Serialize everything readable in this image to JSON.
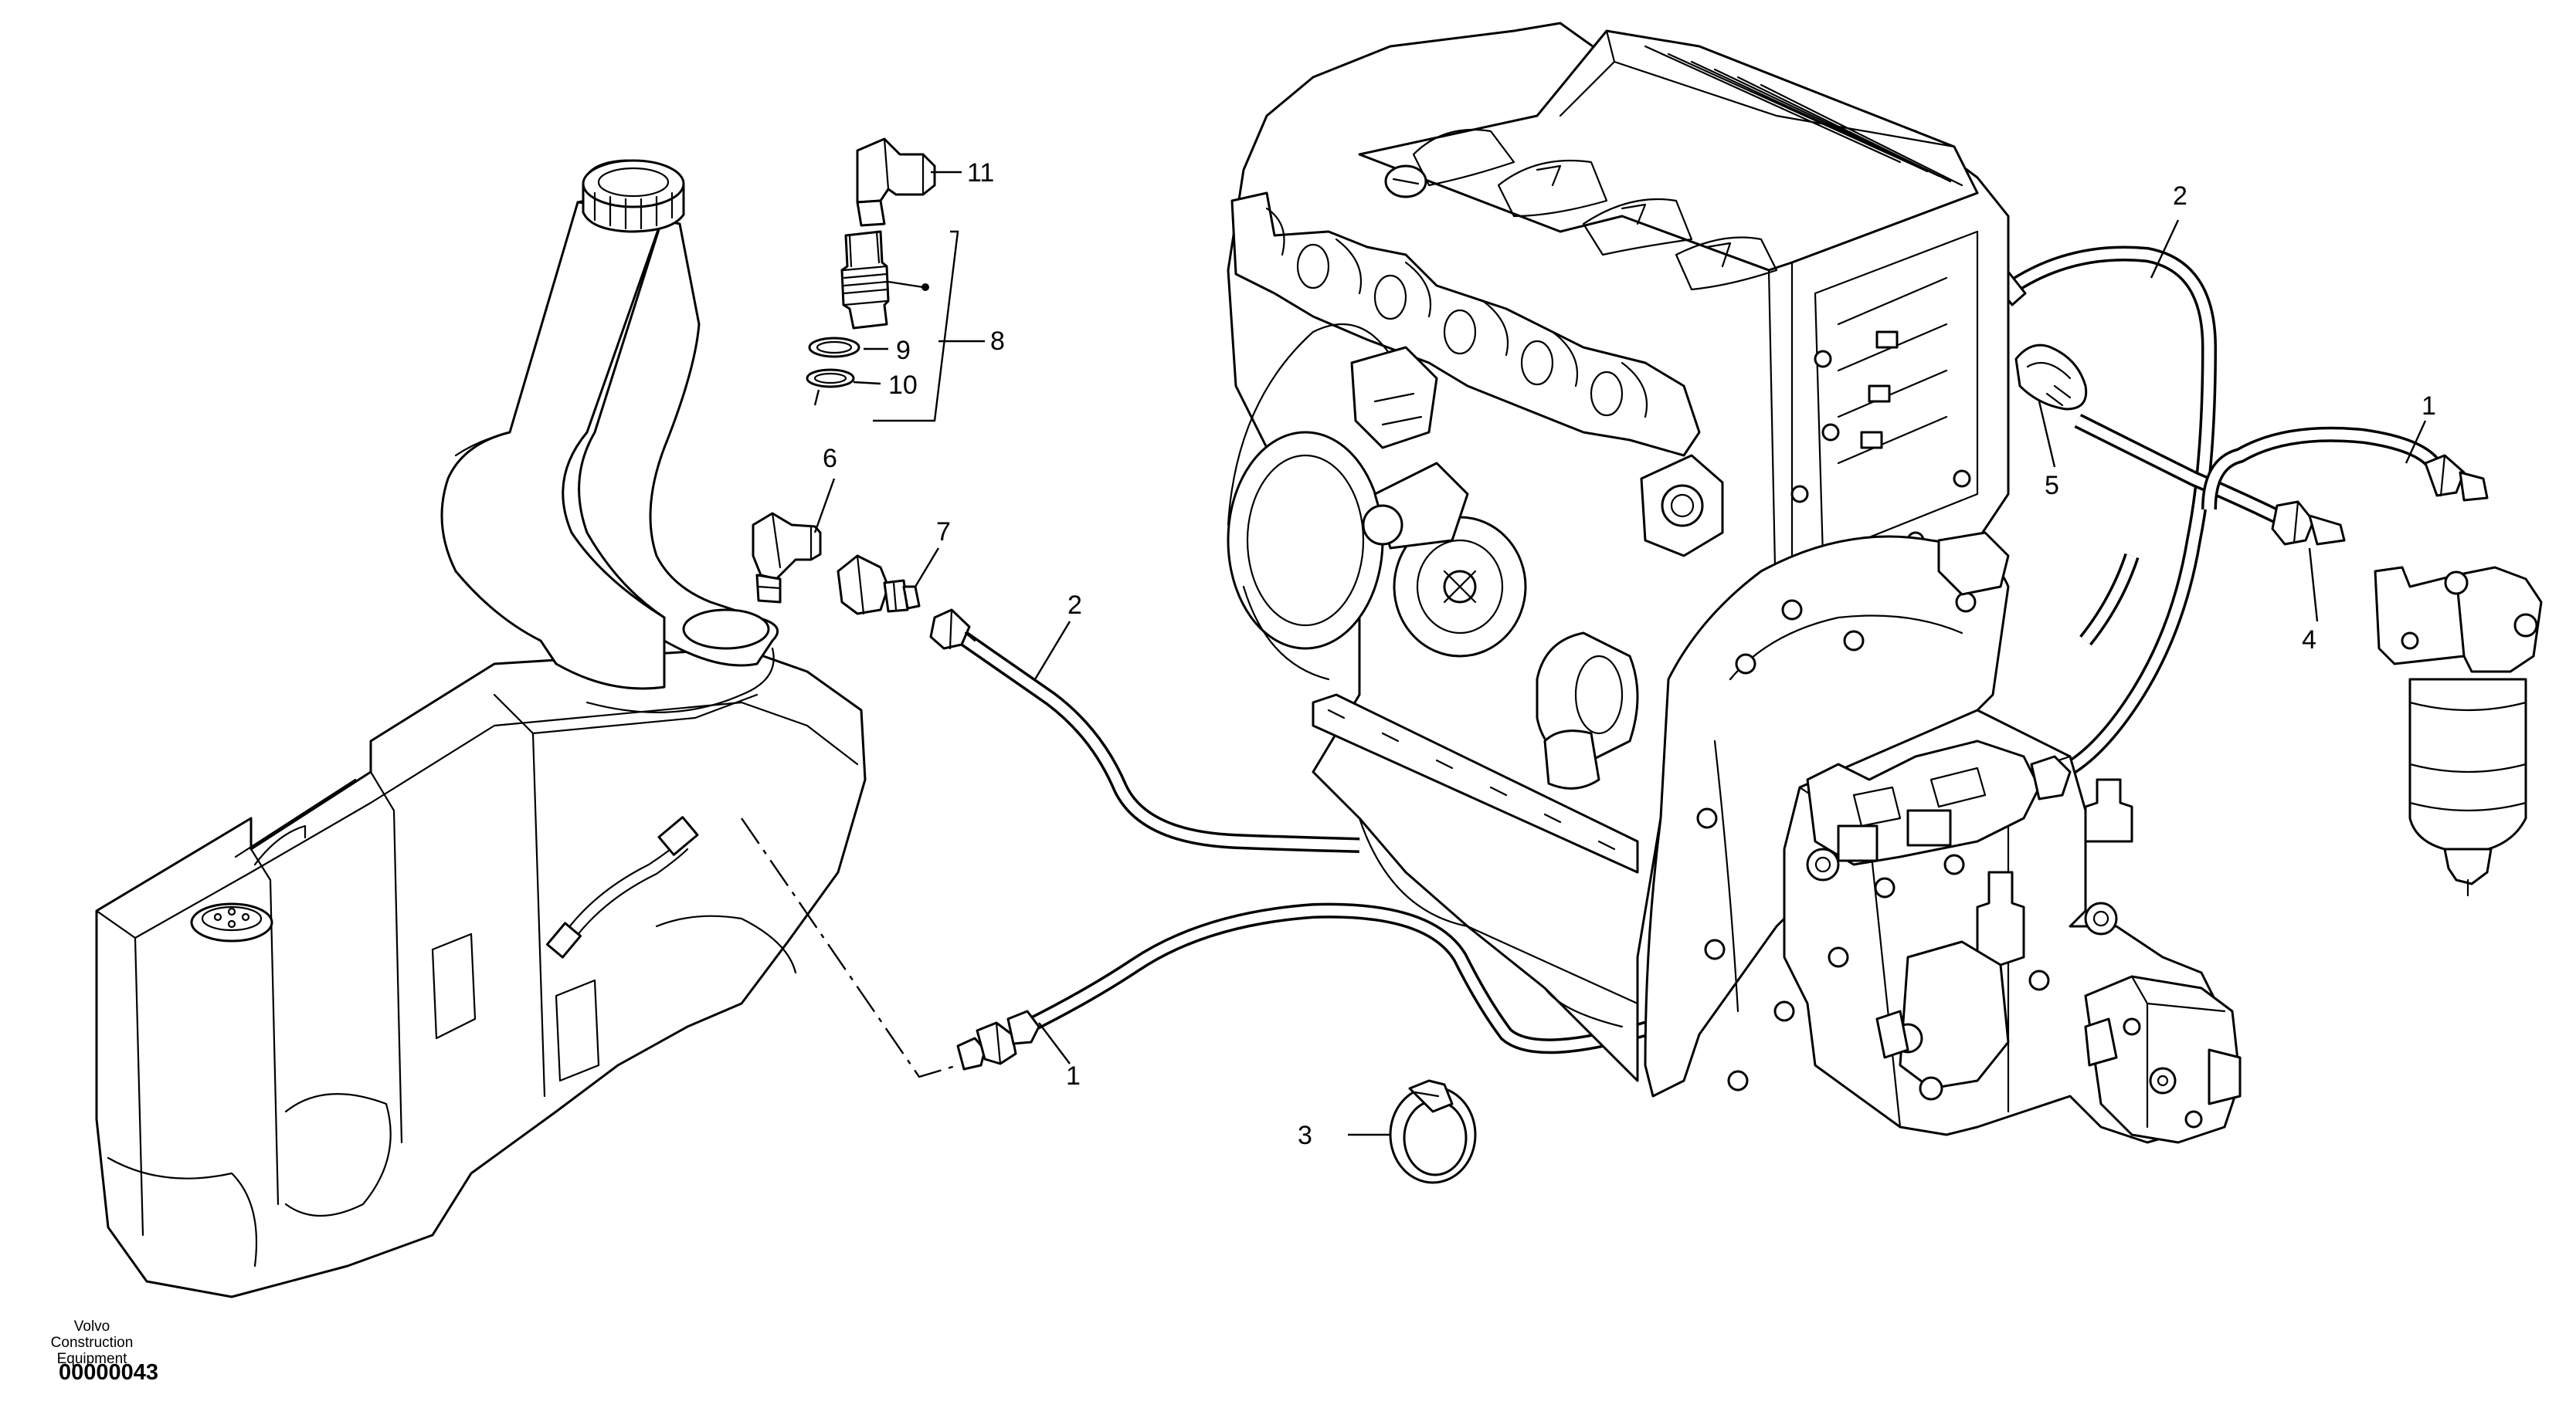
{
  "credit": {
    "line1": "Volvo Construction",
    "line2": "Equipment",
    "code": "00000043"
  },
  "callouts": {
    "c1_hose_lower": "1",
    "c1_hose_right": "1",
    "c2_hose_middle": "2",
    "c2_hose_top": "2",
    "c3_clamp": "3",
    "c4_hose": "4",
    "c5_clip": "5",
    "c6_elbow": "6",
    "c7_adapter": "7",
    "c8_kit": "8",
    "c9_oring": "9",
    "c10_oring": "10",
    "c11_elbow": "11"
  }
}
